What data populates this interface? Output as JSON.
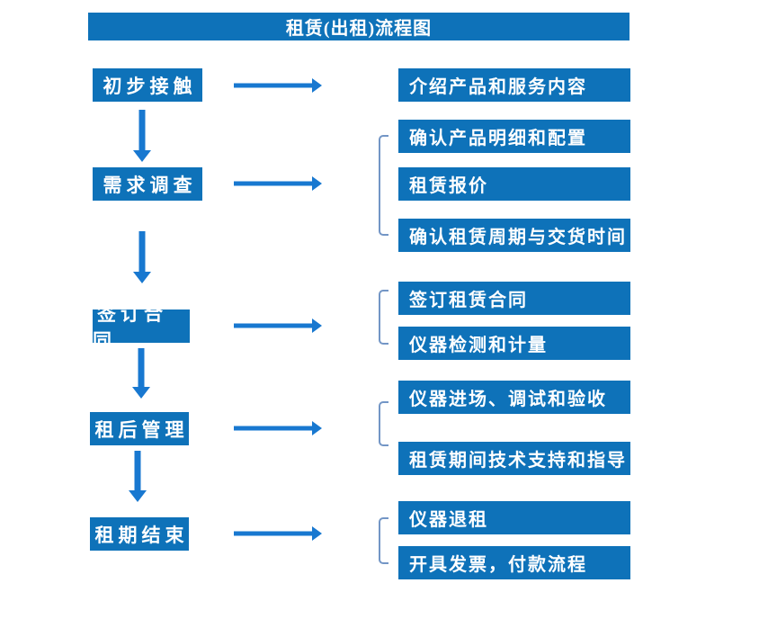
{
  "title": "租赁(出租)流程图",
  "colors": {
    "box_fill": "#0E72B9",
    "arrow": "#1878D0",
    "bracket": "#7396C6",
    "box_text": "#FFFFFF",
    "background": "#FFFFFF"
  },
  "steps": [
    {
      "label": "初步接触",
      "outputs": [
        "介绍产品和服务内容"
      ]
    },
    {
      "label": "需求调查",
      "outputs": [
        "确认产品明细和配置",
        "租赁报价",
        "确认租赁周期与交货时间"
      ]
    },
    {
      "label": "签订合同",
      "outputs": [
        "签订租赁合同",
        "仪器检测和计量"
      ]
    },
    {
      "label": "租后管理",
      "outputs": [
        "仪器进场、调试和验收",
        "租赁期间技术支持和指导"
      ]
    },
    {
      "label": "租期结束",
      "outputs": [
        "仪器退租",
        "开具发票，付款流程"
      ]
    }
  ]
}
